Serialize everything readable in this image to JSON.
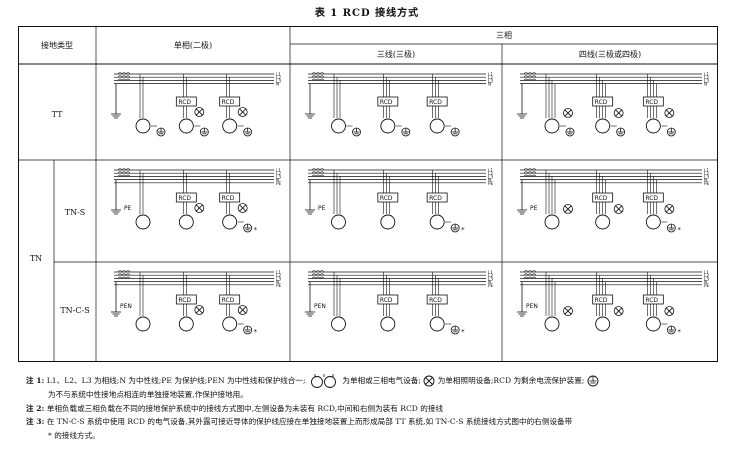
{
  "title": "表 1 RCD 接线方式",
  "headers": {
    "ground_type": "接地类型",
    "single_phase": "单相(二极)",
    "three_phase": "三相",
    "three_wire": "三线(三极)",
    "four_wire": "四线(三极或四极)"
  },
  "rows": {
    "tt": "TT",
    "tn": "TN",
    "tn_s": "TN-S",
    "tn_c_s": "TN-C-S"
  },
  "diagram_labels": {
    "rcd": "RCD",
    "pe": "PE",
    "pen": "PEN",
    "l1": "L1",
    "l2": "L2",
    "l3": "L3",
    "n": "N",
    "star": "*"
  },
  "notes": {
    "n1_label": "注 1:",
    "n1_text_a": "L1、L2、L3 为相线;N 为中性线;PE 为保护线;PEN 为中性线和保护线合一;",
    "n1_text_b": "为单相或三相电气设备;",
    "n1_text_c": "为单相照明设备;RCD 为剩余电流保护装置;",
    "n1_text_d": "为不与系统中性接地点相连的单独接地装置,作保护接地用。",
    "n2_label": "注 2:",
    "n2_text": "单相负载或三相负载在不同的接地保护系统中的接线方式图中,左侧设备为未装有 RCD,中间和右侧为装有 RCD 的接线",
    "n3_label": "注 3:",
    "n3_text": "在 TN-C-S 系统中使用 RCD 的电气设备,其外露可接近导体的保护线应接在单独接地装置上而形成局部 TT 系统,如 TN-C-S 系统接线方式图中的右侧设备带",
    "n3_text_b": "* 的接线方式。"
  }
}
